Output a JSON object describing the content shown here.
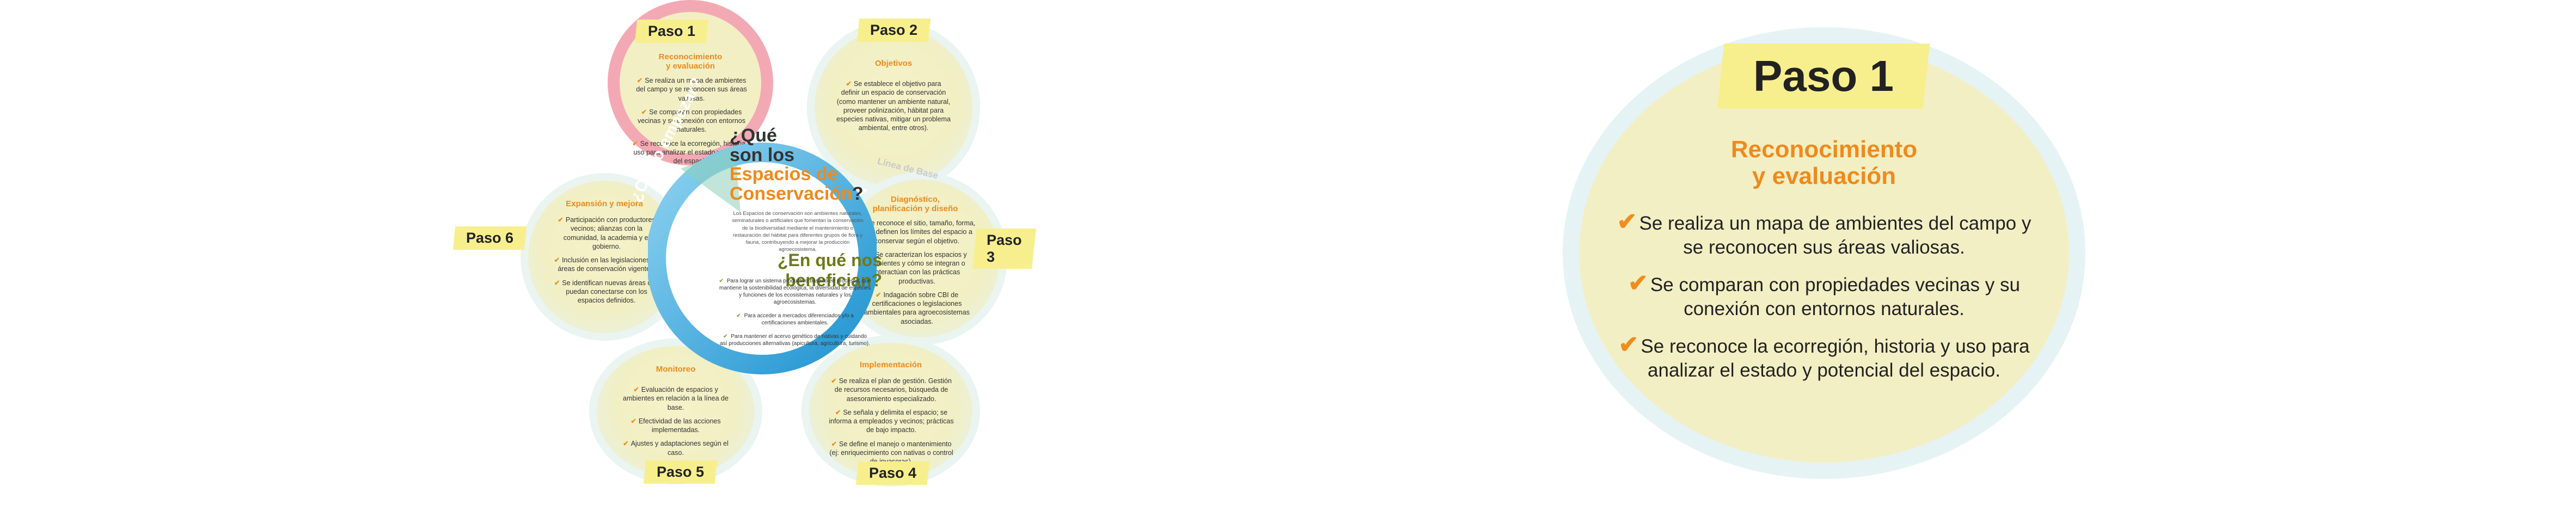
{
  "center": {
    "question_1": "¿Qué son los",
    "question_1_highlight": "Espacios de Conservación",
    "question_mark": "?",
    "definition": "Los Espacios de conservación son ambientes naturales, seminaturales o artificiales que fomentan la conservación de la biodiversidad mediante el mantenimiento o restauración del hábitat para diferentes grupos de flora y fauna, contribuyendo a mejorar la producción agroecosistema.",
    "question_2": "¿En qué nos benefician?",
    "benefits": [
      "Para lograr un sistema productivo basado en procesos, que mantiene la sostenibilidad ecológica, la diversidad de especies y funciones de los ecosistemas naturales y los agroecosistemas.",
      "Para acceder a mercados diferenciados y/o a certificaciones ambientales.",
      "Para mantener el acervo genético de nativas y cuidando así producciones alternativas (apicultura, agricultura, turismo)."
    ],
    "ring_label": "¿Cómo empezar?",
    "baseline_label": "Línea de Base"
  },
  "steps": [
    {
      "tag": "Paso 1",
      "title_line1": "Reconocimiento",
      "title_line2": "y evaluación",
      "items": [
        "Se realiza un mapa de ambientes del campo y se reconocen sus áreas valiosas.",
        "Se comparan con propiedades vecinas y su conexión con entornos naturales.",
        "Se reconoce la ecorregión, historia y uso para analizar el estado y potencial del espacio."
      ]
    },
    {
      "tag": "Paso 2",
      "title_line1": "Objetivos",
      "title_line2": "",
      "items": [
        "Se establece el objetivo para definir un espacio de conservación (como mantener un ambiente natural, proveer polinización, hábitat para especies nativas, mitigar un problema ambiental, entre otros)."
      ]
    },
    {
      "tag": "Paso 3",
      "title_line1": "Diagnóstico,",
      "title_line2": "planificación y diseño",
      "items": [
        "Se reconoce el sitio, tamaño, forma, y se definen los límites del espacio a conservar según el objetivo.",
        "Se caracterizan los espacios y ambientes y cómo se integran o interactúan con las prácticas productivas.",
        "Indagación sobre CBI de certificaciones o legislaciones ambientales para agroecosistemas asociadas."
      ]
    },
    {
      "tag": "Paso 4",
      "title_line1": "Implementación",
      "title_line2": "",
      "items": [
        "Se realiza el plan de gestión. Gestión de recursos necesarios, búsqueda de asesoramiento especializado.",
        "Se señala y delimita el espacio; se informa a empleados y vecinos; prácticas de bajo impacto.",
        "Se define el manejo o mantenimiento (ej: enriquecimiento con nativas o control de invasoras)."
      ]
    },
    {
      "tag": "Paso 5",
      "title_line1": "Monitoreo",
      "title_line2": "",
      "items": [
        "Evaluación de espacios y ambientes en relación a la línea de base.",
        "Efectividad de las acciones implementadas.",
        "Ajustes y adaptaciones según el caso."
      ]
    },
    {
      "tag": "Paso 6",
      "title_line1": "Expansión y mejora",
      "title_line2": "",
      "items": [
        "Participación con productores vecinos; alianzas con la comunidad, la academia y el gobierno.",
        "Inclusión en las legislaciones de áreas de conservación vigentes.",
        "Se identifican nuevas áreas que puedan conectarse con los espacios definidos."
      ]
    }
  ],
  "zoom": {
    "tag": "Paso 1",
    "title_line1": "Reconocimiento",
    "title_line2": "y evaluación",
    "items": [
      "Se realiza un mapa de ambientes del campo y se reconocen sus áreas valiosas.",
      "Se comparan con propiedades vecinas y su conexión con entornos naturales.",
      "Se reconoce la ecorregión, historia y uso para analizar el estado y potencial del espacio."
    ]
  },
  "colors": {
    "accent_orange": "#ef8a1c",
    "accent_green": "#7a8a1e",
    "ring_blue": "#3aa6dc",
    "highlight_pink": "#f3a9b4",
    "tag_yellow": "#f7ef8e"
  }
}
